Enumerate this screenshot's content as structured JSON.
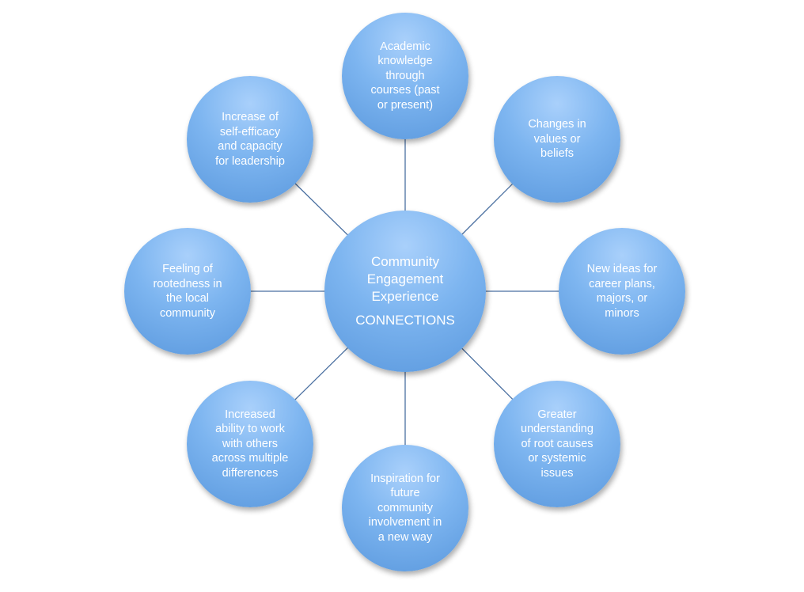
{
  "diagram": {
    "hub": {
      "title": "Community\nEngagement\nExperience",
      "subtitle": "CONNECTIONS"
    },
    "satellites": [
      {
        "id": "academic",
        "text": "Academic\nknowledge\nthrough\ncourses (past\nor present)"
      },
      {
        "id": "values",
        "text": "Changes in\nvalues or\nbeliefs"
      },
      {
        "id": "career",
        "text": "New ideas for\ncareer plans,\nmajors, or\nminors"
      },
      {
        "id": "root-causes",
        "text": "Greater\nunderstanding\nof root causes\nor systemic\nissues"
      },
      {
        "id": "inspiration",
        "text": "Inspiration for\nfuture\ncommunity\ninvolvement in\na new way"
      },
      {
        "id": "differences",
        "text": "Increased\nability to work\nwith others\nacross multiple\ndifferences"
      },
      {
        "id": "rootedness",
        "text": "Feeling of\nrootedness in\nthe local\ncommunity"
      },
      {
        "id": "self-efficacy",
        "text": "Increase of\nself-efficacy\nand capacity\nfor leadership"
      }
    ],
    "colors": {
      "node_light": "#a9d0fb",
      "node_dark": "#5a98dd",
      "connector": "#4a6fa0",
      "text": "#ffffff"
    }
  }
}
